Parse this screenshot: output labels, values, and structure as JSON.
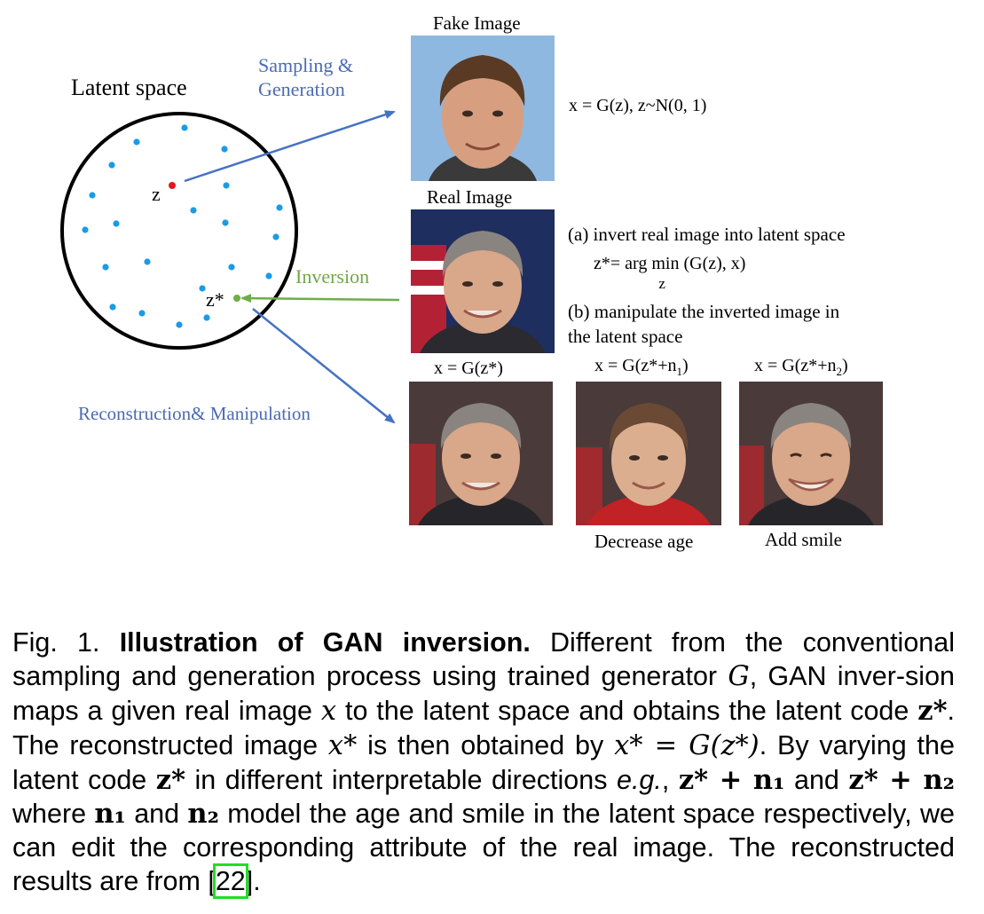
{
  "diagram": {
    "latent_space_label": "Latent space",
    "z_label": "z",
    "zstar_label": "z*",
    "sampling_label_line1": "Sampling &",
    "sampling_label_line2": "Generation",
    "inversion_label": "Inversion",
    "reconstruction_label": "Reconstruction& Manipulation",
    "fake_image_title": "Fake Image",
    "real_image_title": "Real Image",
    "fake_formula": "x = G(z), z~N(0, 1)",
    "step_a": "(a) invert real image into latent space",
    "argmin_left": "z*= arg",
    "argmin_min": "min",
    "argmin_sub": "z",
    "argmin_right": "(G(z), x)",
    "step_b_line1": "(b) manipulate the inverted image in",
    "step_b_line2": "the latent space",
    "recon_formula_1": "x = G(z*)",
    "recon_formula_2_pre": "x = G(z*+n",
    "recon_formula_2_sub": "1",
    "recon_formula_2_post": ")",
    "recon_formula_3_pre": "x = G(z*+n",
    "recon_formula_3_sub": "2",
    "recon_formula_3_post": ")",
    "decrease_age_label": "Decrease age",
    "add_smile_label": "Add smile",
    "colors": {
      "blue_text": "#4a6bb5",
      "green_text": "#70a845",
      "arrow_blue": "#4472c4",
      "arrow_green": "#70ad47",
      "dot_blue": "#1a9be8",
      "dot_red": "#e8141e"
    }
  },
  "caption": {
    "fig_num": "Fig. 1.",
    "title": "Illustration of GAN inversion.",
    "t1": "Different from the conventional sampling and generation process using trained generator",
    "G": "G",
    "t2": ", GAN inver-sion maps a given real image",
    "x": "x",
    "t3": "to the latent space and obtains the latent code",
    "zstar": "z*",
    "t4": ". The reconstructed image",
    "xstar": "x*",
    "t5": "is then obtained by",
    "eq": "x* = G(z*)",
    "t6": ". By varying the latent code",
    "t7": "in different interpretable directions",
    "eg": "e.g.",
    "t8": ",",
    "zn1": "z* + n₁",
    "and1": "and",
    "zn2": "z* + n₂",
    "t9": "where",
    "n1": "n₁",
    "and2": "and",
    "n2": "n₂",
    "t10": "model the age and smile in the latent space respectively, we can edit the corresponding attribute of the real image. The reconstructed results are from [",
    "cite": "22",
    "t11": "]."
  }
}
